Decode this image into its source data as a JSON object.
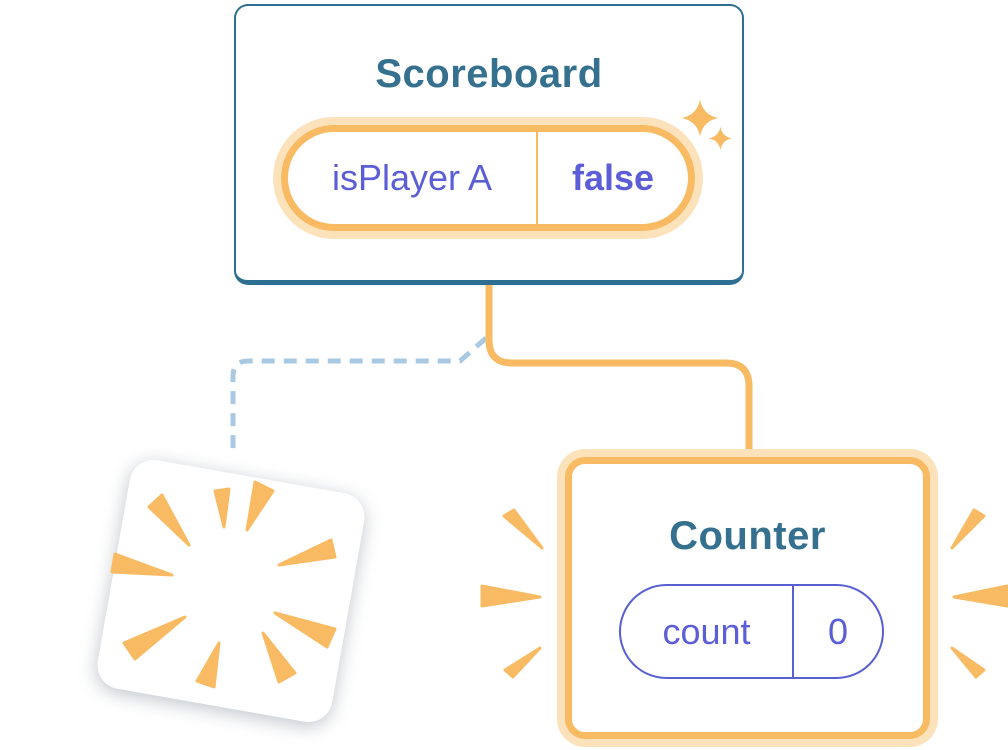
{
  "diagram": {
    "scoreboard": {
      "title": "Scoreboard",
      "state": {
        "key": "isPlayer A",
        "value": "false"
      }
    },
    "counter": {
      "title": "Counter",
      "state": {
        "key": "count",
        "value": "0"
      }
    },
    "icons": {
      "sparkles": "two four-point stars",
      "burst": "radial destruction rays",
      "emphasis_left": "three speed lines",
      "emphasis_right": "three speed lines"
    },
    "colors": {
      "accent_orange": "#F8BB63",
      "halo_orange": "#FBE2BB",
      "teal_border": "#2E6E93",
      "teal_text": "#35708E",
      "purple": "#5B5ED6",
      "dashed_blue": "#A9C9E2",
      "card_background": "#FFFFFF"
    }
  }
}
